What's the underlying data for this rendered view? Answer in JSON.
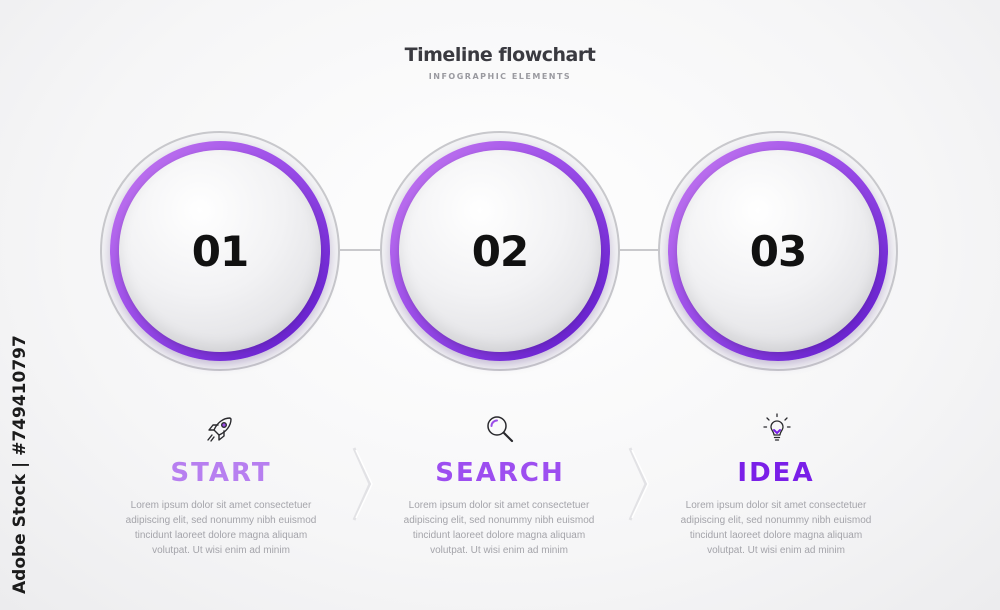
{
  "header": {
    "title": "Timeline flowchart",
    "subtitle": "INFOGRAPHIC ELEMENTS"
  },
  "steps": [
    {
      "number": "01",
      "label": "START",
      "icon": "rocket-icon",
      "label_color": "#b77ff0",
      "text": "Lorem ipsum dolor sit amet consectetuer adipiscing elit, sed nonummy nibh euismod tincidunt laoreet dolore magna aliquam volutpat. Ut wisi enim ad minim"
    },
    {
      "number": "02",
      "label": "SEARCH",
      "icon": "magnifier-icon",
      "label_color": "#9d4ef0",
      "text": "Lorem ipsum dolor sit amet consectetuer adipiscing elit, sed nonummy nibh euismod tincidunt laoreet dolore magna aliquam volutpat. Ut wisi enim ad minim"
    },
    {
      "number": "03",
      "label": "IDEA",
      "icon": "lightbulb-icon",
      "label_color": "#7a1fe8",
      "text": "Lorem ipsum dolor sit amet consectetuer adipiscing elit, sed nonummy nibh euismod tincidunt laoreet dolore magna aliquam volutpat. Ut wisi enim ad minim"
    }
  ],
  "colors": {
    "ring_light": "#c77cf0",
    "ring_dark": "#5a16c8"
  },
  "watermark": {
    "text": "Adobe Stock | #749410797"
  }
}
